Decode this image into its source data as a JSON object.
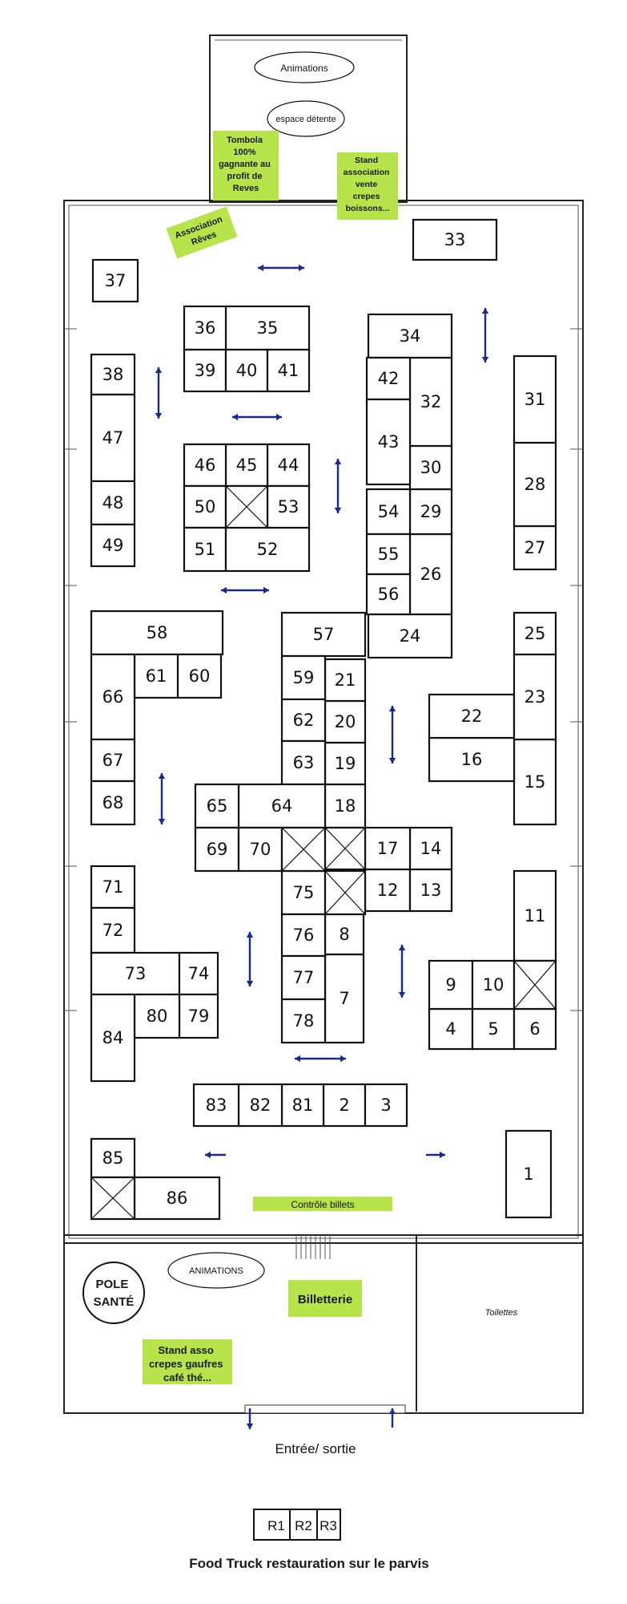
{
  "colors": {
    "green_label": "#b7e44b",
    "arrow": "#1a2a8a",
    "booth_stroke": "#111111"
  },
  "labels": {
    "animations_top": "Animations",
    "espace_detente": "espace détente",
    "tombola": [
      "Tombola",
      "100%",
      "gagnante au",
      "profit de",
      "Reves"
    ],
    "stand_top": [
      "Stand",
      "association",
      "vente",
      "crepes",
      "boissons..."
    ],
    "association_reves": [
      "Association",
      "Rêves"
    ],
    "controle_billets": "Contrôle billets",
    "animations_bottom": "ANIMATIONS",
    "pole_sante": [
      "POLE",
      "SANTÉ"
    ],
    "billetterie": "Billetterie",
    "toilettes": "Toilettes",
    "stand_bottom": [
      "Stand  asso",
      "crepes gaufres",
      "café thé..."
    ],
    "entree_sortie": "Entrée/ sortie",
    "food_truck": "Food Truck restauration sur le parvis"
  },
  "booths": [
    "1",
    "2",
    "3",
    "4",
    "5",
    "6",
    "7",
    "8",
    "9",
    "10",
    "11",
    "12",
    "13",
    "14",
    "15",
    "16",
    "17",
    "18",
    "19",
    "20",
    "21",
    "22",
    "23",
    "24",
    "25",
    "26",
    "27",
    "28",
    "29",
    "30",
    "31",
    "32",
    "33",
    "34",
    "35",
    "36",
    "37",
    "38",
    "39",
    "40",
    "41",
    "42",
    "43",
    "44",
    "45",
    "46",
    "47",
    "48",
    "49",
    "50",
    "51",
    "52",
    "53",
    "54",
    "55",
    "56",
    "57",
    "58",
    "59",
    "60",
    "61",
    "62",
    "63",
    "64",
    "65",
    "66",
    "67",
    "68",
    "69",
    "70",
    "71",
    "72",
    "73",
    "74",
    "75",
    "76",
    "77",
    "78",
    "79",
    "80",
    "81",
    "82",
    "83",
    "84",
    "85",
    "86"
  ],
  "food_trucks": [
    "R1",
    "R2",
    "R3"
  ]
}
